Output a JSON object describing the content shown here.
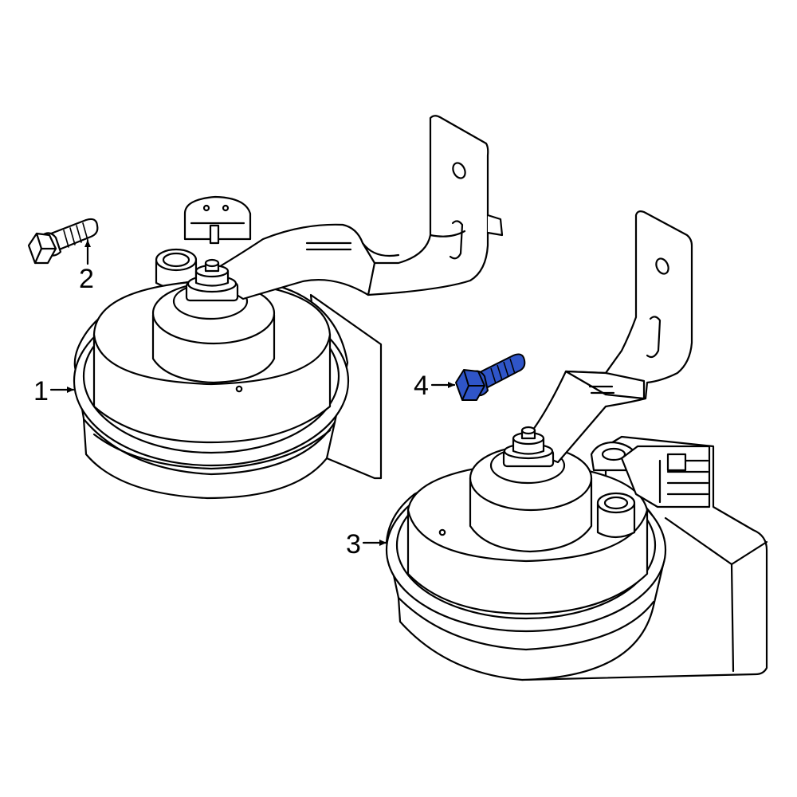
{
  "callouts": [
    {
      "id": "1",
      "label": "1"
    },
    {
      "id": "2",
      "label": "2"
    },
    {
      "id": "3",
      "label": "3"
    },
    {
      "id": "4",
      "label": "4"
    }
  ],
  "colors": {
    "line": "#000000",
    "background": "#ffffff",
    "highlight_part": "#2f55c8"
  },
  "highlighted_part": "4"
}
